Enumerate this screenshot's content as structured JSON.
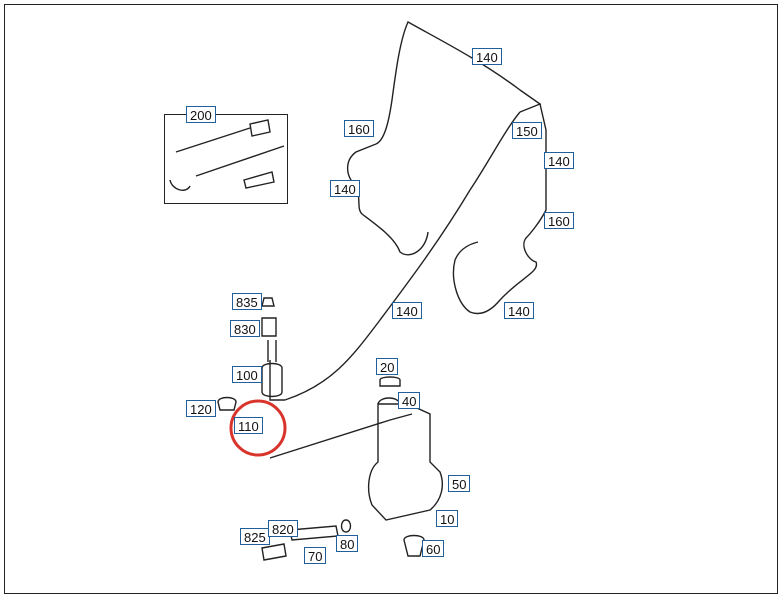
{
  "diagram": {
    "parts": [
      {
        "id": "p140a",
        "label": "140"
      },
      {
        "id": "p160a",
        "label": "160"
      },
      {
        "id": "p150",
        "label": "150"
      },
      {
        "id": "p140b",
        "label": "140"
      },
      {
        "id": "p140c",
        "label": "140"
      },
      {
        "id": "p160b",
        "label": "160"
      },
      {
        "id": "p140d",
        "label": "140"
      },
      {
        "id": "p140e",
        "label": "140"
      },
      {
        "id": "p200",
        "label": "200"
      },
      {
        "id": "p835",
        "label": "835"
      },
      {
        "id": "p830",
        "label": "830"
      },
      {
        "id": "p100",
        "label": "100"
      },
      {
        "id": "p120",
        "label": "120"
      },
      {
        "id": "p110",
        "label": "110"
      },
      {
        "id": "p20",
        "label": "20"
      },
      {
        "id": "p40",
        "label": "40"
      },
      {
        "id": "p50",
        "label": "50"
      },
      {
        "id": "p10",
        "label": "10"
      },
      {
        "id": "p825",
        "label": "825"
      },
      {
        "id": "p820",
        "label": "820"
      },
      {
        "id": "p80",
        "label": "80"
      },
      {
        "id": "p70",
        "label": "70"
      },
      {
        "id": "p60",
        "label": "60"
      }
    ],
    "highlight": {
      "part": "110",
      "color": "#d9342b"
    },
    "colors": {
      "label_border": "#1f5f9a",
      "line": "#222222"
    }
  }
}
